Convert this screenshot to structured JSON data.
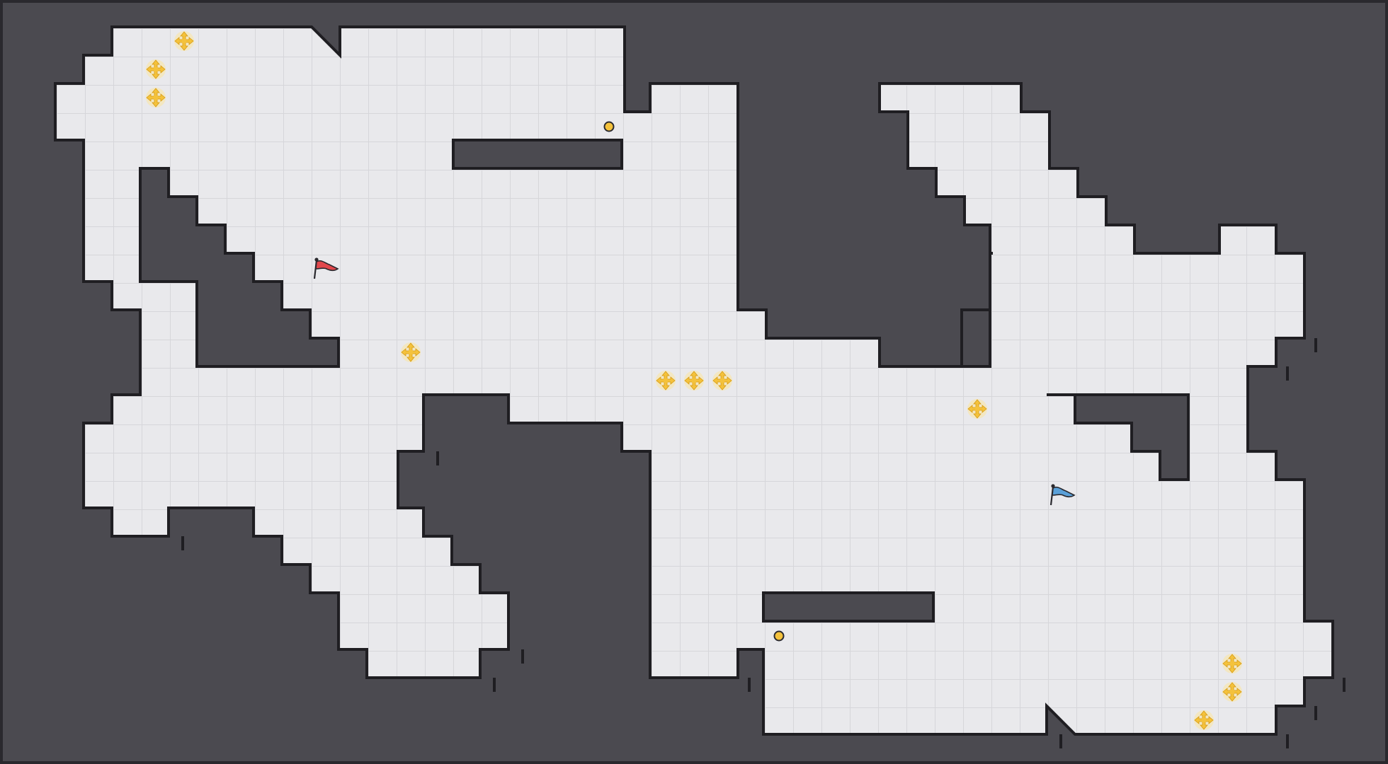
{
  "colors": {
    "background": "#4b4a50",
    "border": "#2a292e",
    "floor": "#e9e9ec",
    "grid": "#d6d6da",
    "wall": "#1f1e22",
    "gem": "#f4c23c",
    "gem_dark": "#d69a12",
    "coin": "#f4c23c",
    "red_flag": "#e0474c",
    "blue_flag": "#5aa0d8"
  },
  "icons": {
    "gem": "move-arrows-gem-icon",
    "coin": "coin-icon",
    "red_flag": "red-flag-icon",
    "blue_flag": "blue-flag-icon"
  },
  "pickups": {
    "gems": [
      {
        "col": 5,
        "row": 1
      },
      {
        "col": 4,
        "row": 2
      },
      {
        "col": 4,
        "row": 3
      },
      {
        "col": 13,
        "row": 12
      },
      {
        "col": 22,
        "row": 13
      },
      {
        "col": 23,
        "row": 13
      },
      {
        "col": 24,
        "row": 13
      },
      {
        "col": 33,
        "row": 14
      },
      {
        "col": 42,
        "row": 23
      },
      {
        "col": 42,
        "row": 24
      },
      {
        "col": 41,
        "row": 25
      }
    ],
    "coins": [
      {
        "col": 20,
        "row": 4
      },
      {
        "col": 26,
        "row": 22
      }
    ]
  },
  "flags": {
    "red": {
      "col": 10,
      "row": 9
    },
    "blue": {
      "col": 36,
      "row": 17
    }
  }
}
